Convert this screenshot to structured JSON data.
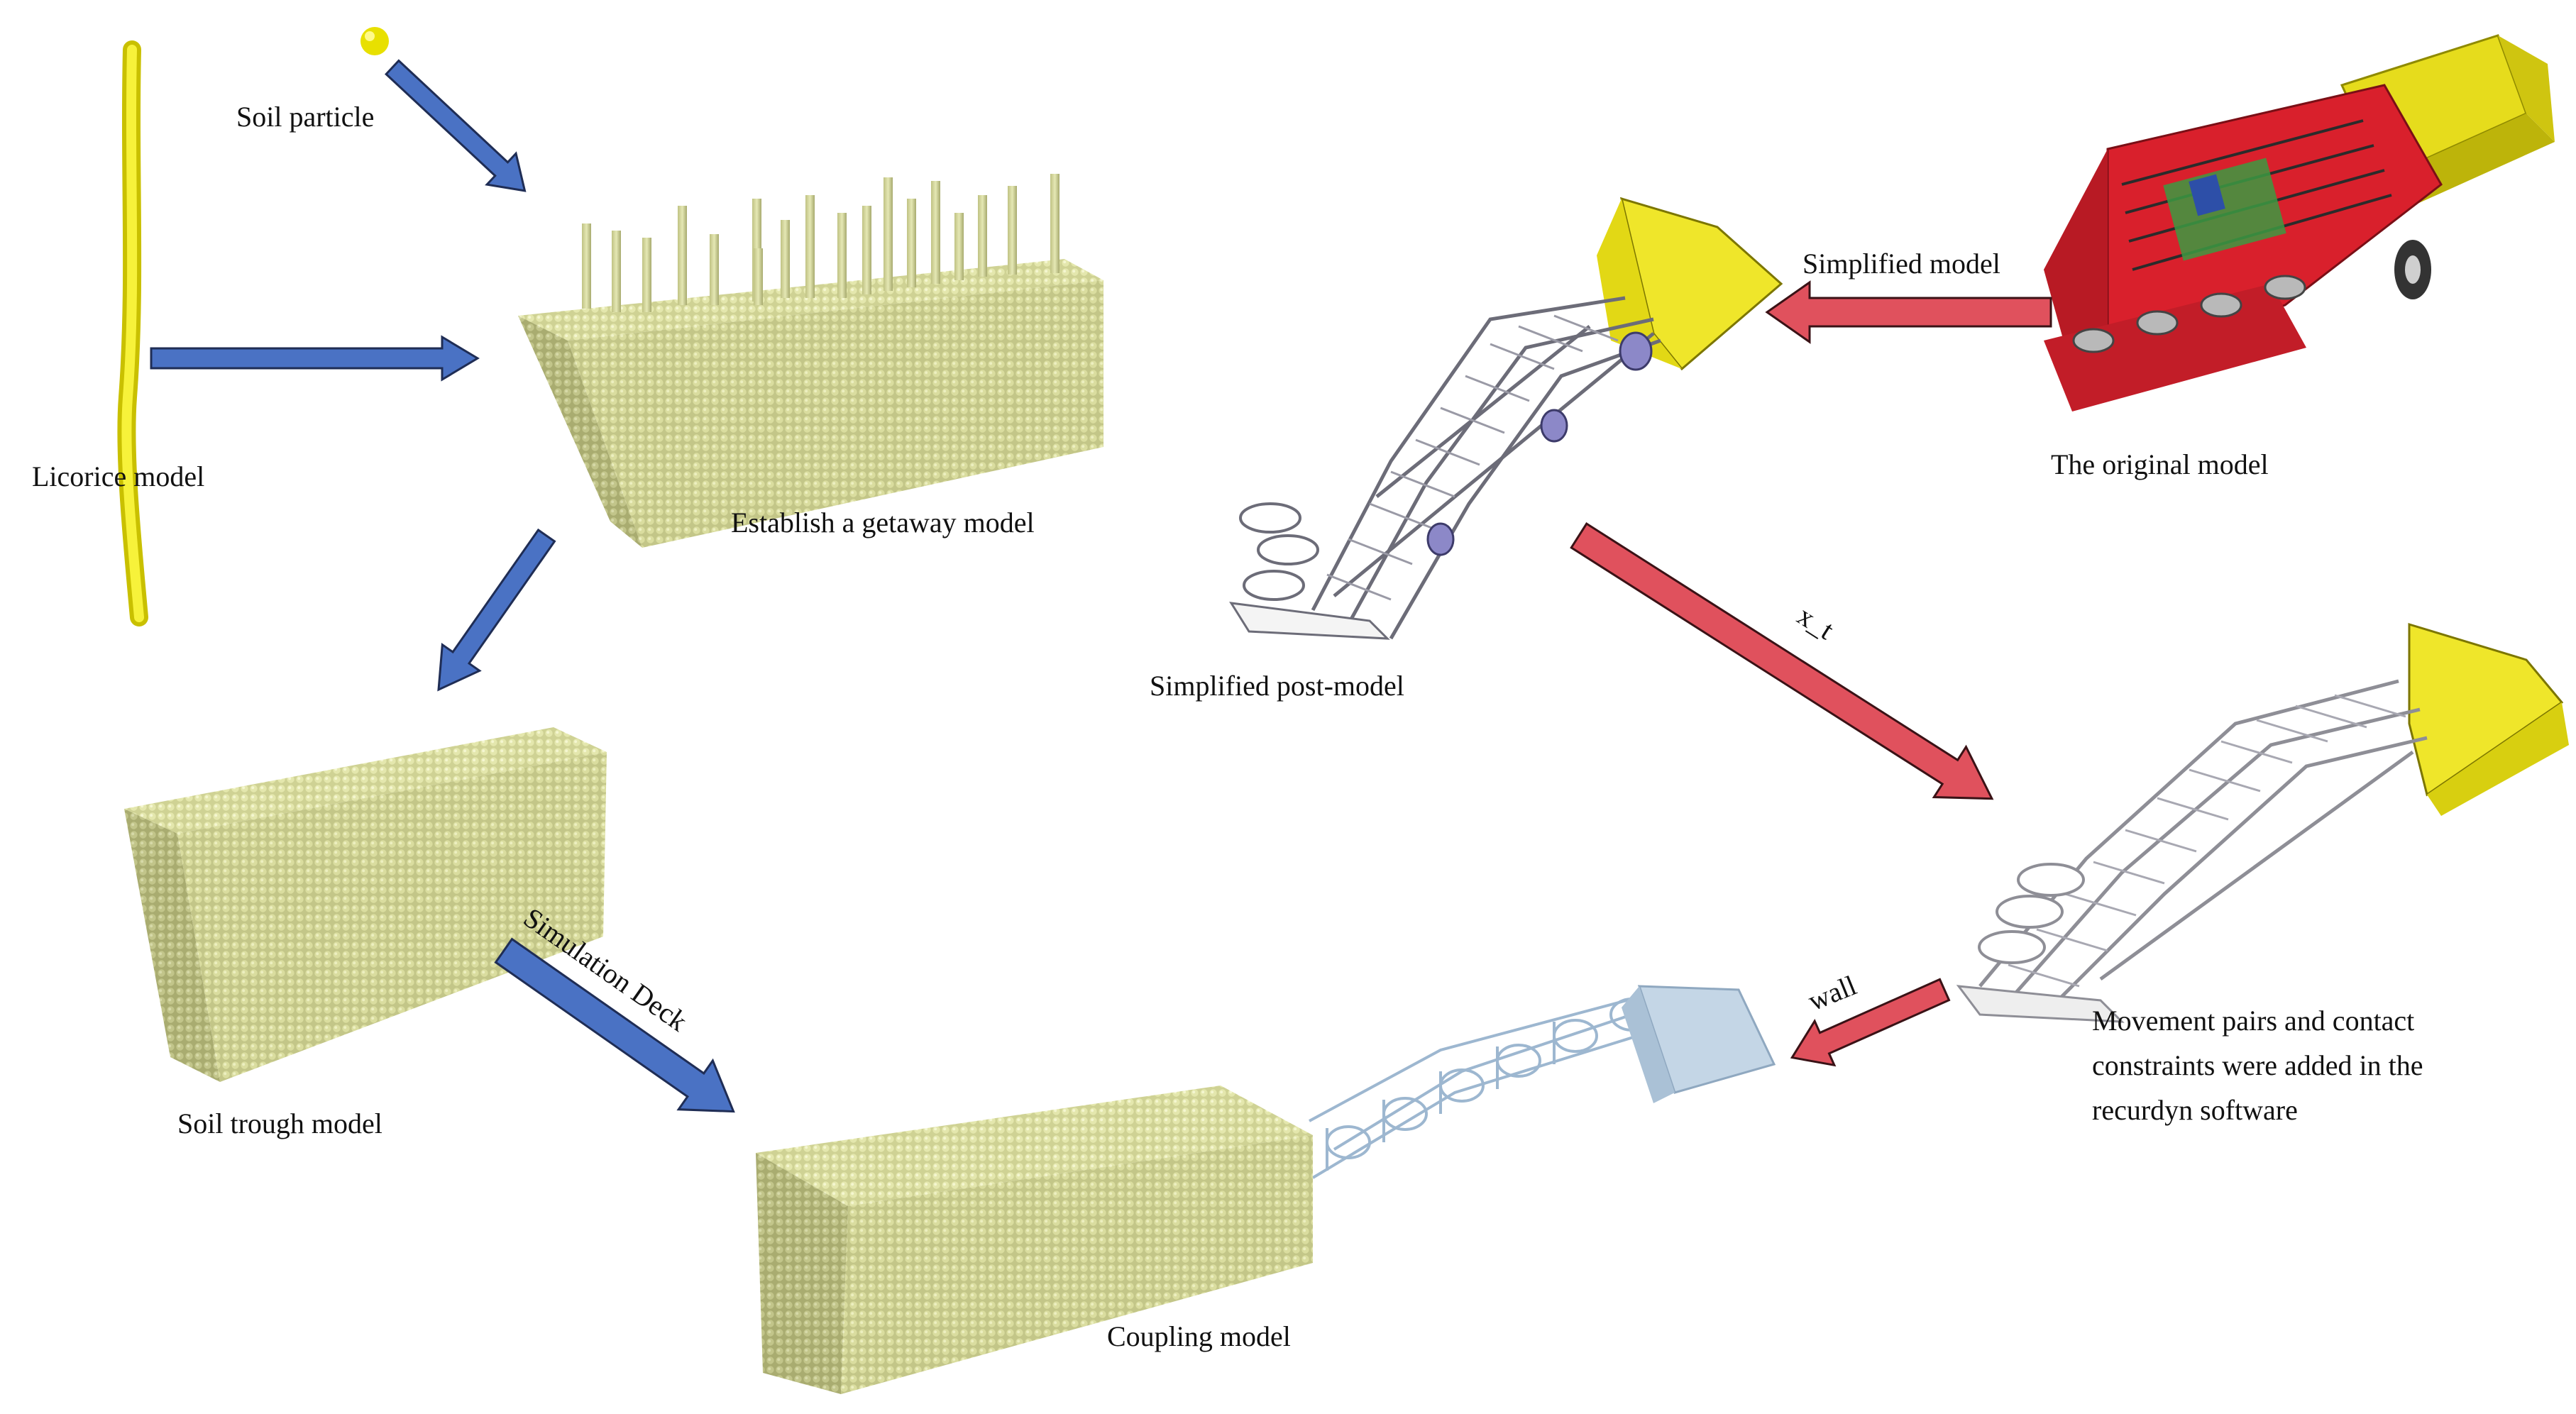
{
  "labels": {
    "soil_particle": "Soil particle",
    "licorice_model": "Licorice model",
    "establish_getaway_model": "Establish a getaway model",
    "soil_trough_model": "Soil trough model",
    "simulation_deck": "Simulation Deck",
    "coupling_model": "Coupling model",
    "simplified_model": "Simplified model",
    "the_original_model": "The original model",
    "simplified_post_model": "Simplified post-model",
    "x_t": "x_t",
    "wall": "wall",
    "movement_line1": "Movement pairs and contact",
    "movement_line2": "constraints were added in the",
    "movement_line3": "recurdyn software"
  },
  "colors": {
    "blue_arrow": "#4a72c4",
    "red_arrow": "#e0515d",
    "soil": "#c9cc8e",
    "licorice": "#f2ea10",
    "machine_red": "#d9202c",
    "hopper_yellow": "#f0ea2a",
    "frame_grey": "#8a8a95",
    "coupling_blue": "#b8cde0"
  }
}
